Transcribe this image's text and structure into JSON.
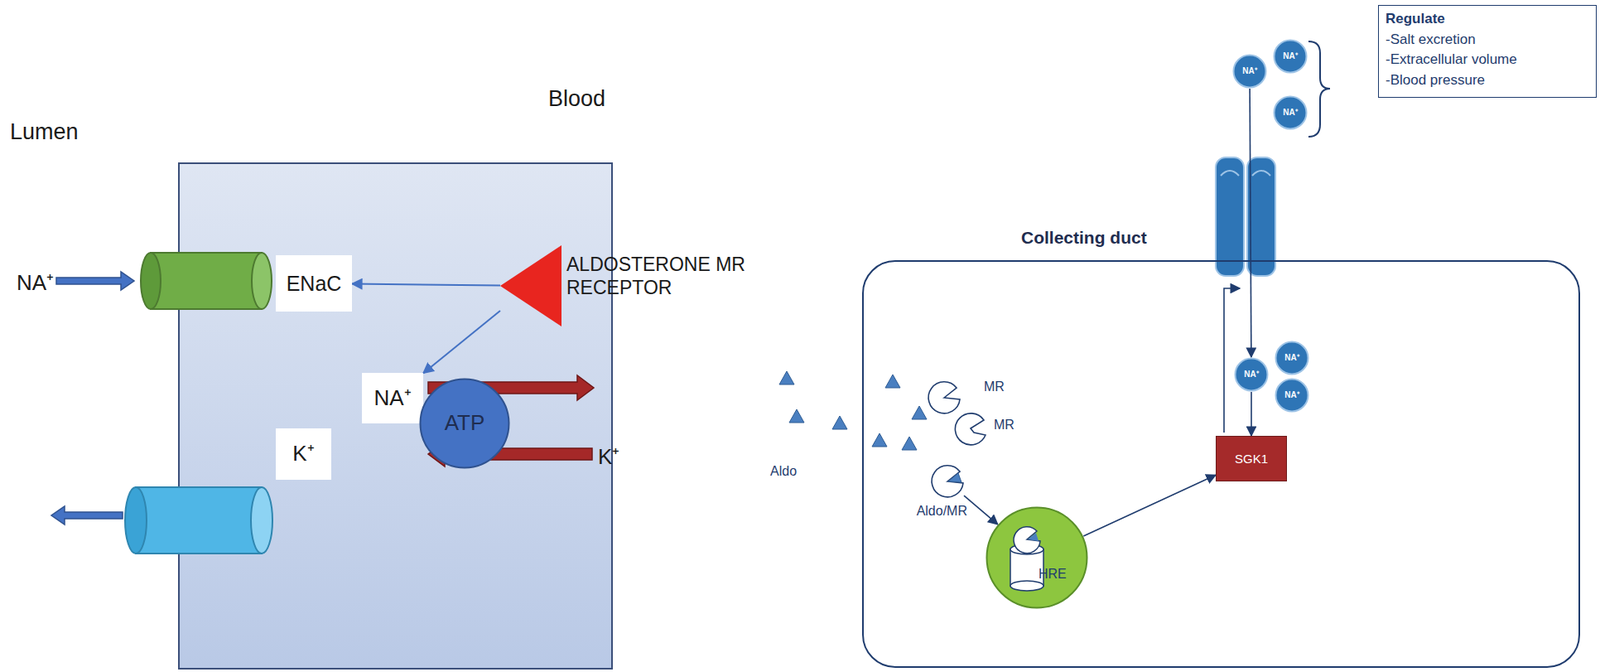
{
  "diagram": {
    "nodes": [
      {
        "text": [
          "ENaC"
        ]
      },
      {
        "text": [
          "ALDOSTERONE MR RECEPTOR"
        ]
      },
      {
        "text": [
          "NA⁺"
        ]
      },
      {
        "text": [
          "ATP"
        ]
      },
      {
        "text": [
          "K⁺"
        ]
      },
      {
        "text": [
          "Collecting duct"
        ]
      },
      {
        "text": [
          "NA⁺"
        ]
      },
      {
        "text": [
          "NA⁺"
        ]
      },
      {
        "text": [
          "NA⁺"
        ]
      },
      {
        "text": [
          "Regulate",
          "-Salt excretion",
          "-Extracellular volume",
          "-Blood pressure"
        ]
      },
      {
        "text": [
          "Aldo/MR"
        ],
        "in": 5
      },
      {
        "text": [
          "HRE"
        ],
        "in": 5
      },
      {
        "text": [
          "SGK1"
        ],
        "in": 5
      },
      {
        "text": [
          "NA⁺"
        ],
        "in": 5
      },
      {
        "text": [
          "NA⁺"
        ],
        "in": 5
      },
      {
        "text": [
          "NA⁺"
        ],
        "in": 5
      }
    ],
    "edges": [
      {
        "from": 1,
        "to": 0,
        "arrow": "to"
      },
      {
        "from": 1,
        "to": 2,
        "arrow": "to"
      },
      {
        "from": 6,
        "to": 13,
        "arrow": "to"
      },
      {
        "from": 13,
        "to": 12,
        "arrow": "to"
      },
      {
        "from": 10,
        "to": 11,
        "arrow": "to"
      },
      {
        "from": 11,
        "to": 12,
        "arrow": "to"
      }
    ],
    "labels": [
      "Lumen",
      "Blood",
      "NA⁺",
      "K⁺",
      "Aldo",
      "MR",
      "MR"
    ]
  }
}
